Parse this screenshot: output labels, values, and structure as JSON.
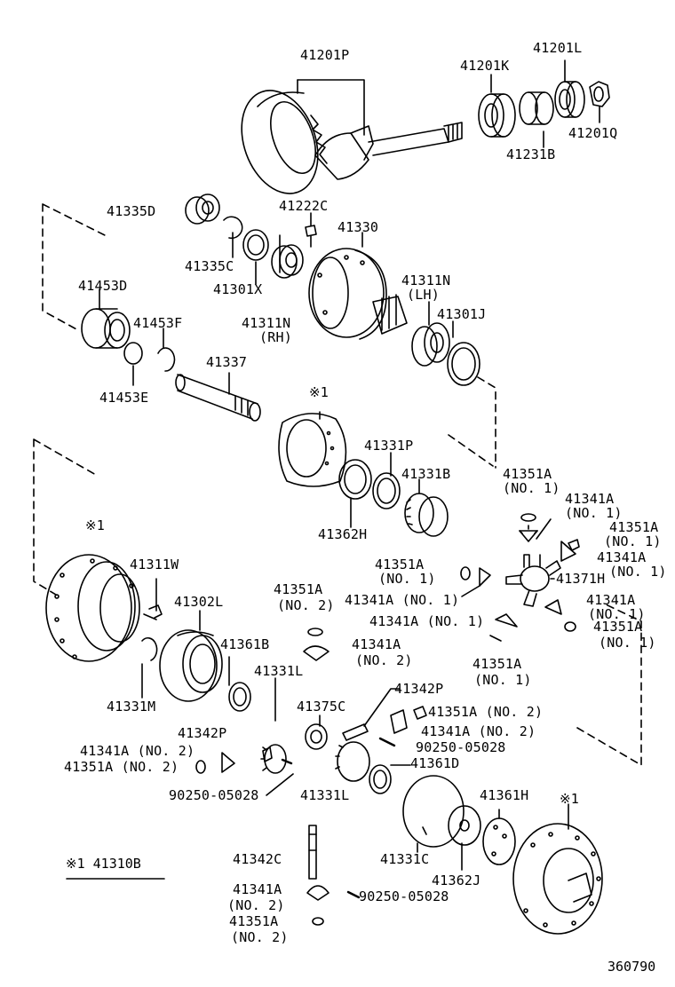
{
  "diagram": {
    "labels": [
      {
        "id": "l1",
        "text": "41201P"
      },
      {
        "id": "l2",
        "text": "41201L"
      },
      {
        "id": "l3",
        "text": "41201K"
      },
      {
        "id": "l4",
        "text": "41201Q"
      },
      {
        "id": "l5",
        "text": "41231B"
      },
      {
        "id": "l6",
        "text": "41335D"
      },
      {
        "id": "l7",
        "text": "41222C"
      },
      {
        "id": "l8",
        "text": "41330"
      },
      {
        "id": "l9",
        "text": "41335C"
      },
      {
        "id": "l10",
        "text": "41301X"
      },
      {
        "id": "l11",
        "text": "41453D"
      },
      {
        "id": "l12",
        "text": "41311N"
      },
      {
        "id": "l13",
        "text": "(LH)"
      },
      {
        "id": "l14",
        "text": "41301J"
      },
      {
        "id": "l15",
        "text": "41453F"
      },
      {
        "id": "l16",
        "text": "41311N"
      },
      {
        "id": "l17",
        "text": "(RH)"
      },
      {
        "id": "l18",
        "text": "41337"
      },
      {
        "id": "l19",
        "text": "41453E"
      },
      {
        "id": "l20",
        "text": "※1"
      },
      {
        "id": "l21",
        "text": "41331P"
      },
      {
        "id": "l22",
        "text": "41331B"
      },
      {
        "id": "l23",
        "text": "41351A"
      },
      {
        "id": "l24",
        "text": "(NO. 1)"
      },
      {
        "id": "l25",
        "text": "41341A"
      },
      {
        "id": "l26",
        "text": "(NO. 1)"
      },
      {
        "id": "l27",
        "text": "41351A"
      },
      {
        "id": "l28",
        "text": "(NO. 1)"
      },
      {
        "id": "l29",
        "text": "41362H"
      },
      {
        "id": "l30",
        "text": "41341A"
      },
      {
        "id": "l31",
        "text": "(NO. 1)"
      },
      {
        "id": "l32",
        "text": "※1"
      },
      {
        "id": "l33",
        "text": "41311W"
      },
      {
        "id": "l34",
        "text": "41351A"
      },
      {
        "id": "l35",
        "text": "(NO. 1)"
      },
      {
        "id": "l36",
        "text": "41371H"
      },
      {
        "id": "l37",
        "text": "41341A (NO. 1)"
      },
      {
        "id": "l38",
        "text": "41341A"
      },
      {
        "id": "l39",
        "text": "(NO. 1)"
      },
      {
        "id": "l40",
        "text": "41351A"
      },
      {
        "id": "l41",
        "text": "(NO. 2)"
      },
      {
        "id": "l42",
        "text": "41302L"
      },
      {
        "id": "l43",
        "text": "41341A (NO. 1)"
      },
      {
        "id": "l44",
        "text": "41351A"
      },
      {
        "id": "l45",
        "text": "(NO. 1)"
      },
      {
        "id": "l46",
        "text": "41341A"
      },
      {
        "id": "l47",
        "text": "(NO. 2)"
      },
      {
        "id": "l48",
        "text": "41361B"
      },
      {
        "id": "l49",
        "text": "41351A"
      },
      {
        "id": "l50",
        "text": "(NO. 1)"
      },
      {
        "id": "l51",
        "text": "41331L"
      },
      {
        "id": "l52",
        "text": "41342P"
      },
      {
        "id": "l53",
        "text": "41331M"
      },
      {
        "id": "l54",
        "text": "41375C"
      },
      {
        "id": "l55",
        "text": "41351A (NO. 2)"
      },
      {
        "id": "l56",
        "text": "41342P"
      },
      {
        "id": "l57",
        "text": "41341A (NO. 2)"
      },
      {
        "id": "l58",
        "text": "41341A (NO. 2)"
      },
      {
        "id": "l59",
        "text": "90250-05028"
      },
      {
        "id": "l60",
        "text": "41351A (NO. 2)"
      },
      {
        "id": "l61",
        "text": "41361D"
      },
      {
        "id": "l62",
        "text": "90250-05028"
      },
      {
        "id": "l63",
        "text": "41331L"
      },
      {
        "id": "l64",
        "text": "41361H"
      },
      {
        "id": "l65",
        "text": "※1"
      },
      {
        "id": "l66",
        "text": "41342C"
      },
      {
        "id": "l67",
        "text": "41331C"
      },
      {
        "id": "l68",
        "text": "41362J"
      },
      {
        "id": "l69",
        "text": "41341A"
      },
      {
        "id": "l70",
        "text": "(NO. 2)"
      },
      {
        "id": "l71",
        "text": "90250-05028"
      },
      {
        "id": "l72",
        "text": "41351A"
      },
      {
        "id": "l73",
        "text": "(NO. 2)"
      }
    ],
    "note": "※1 41310B",
    "reference": "360790"
  }
}
